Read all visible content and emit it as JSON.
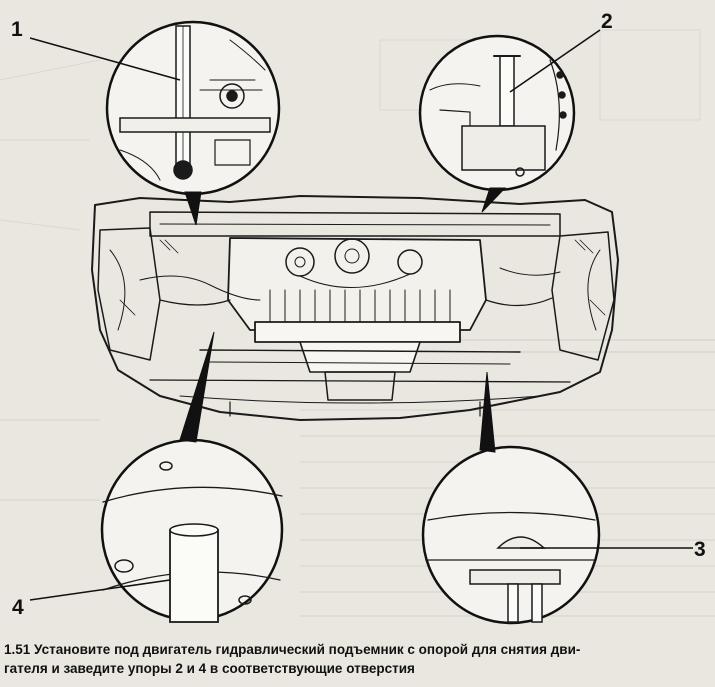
{
  "figure": {
    "callouts": [
      "1",
      "2",
      "3",
      "4"
    ],
    "caption_lines": [
      "1.51 Установите под двигатель гидравлический подъемник с опорой для снятия дви-",
      "гателя и заведите упоры 2 и 4 в соответствующие отверстия"
    ]
  }
}
